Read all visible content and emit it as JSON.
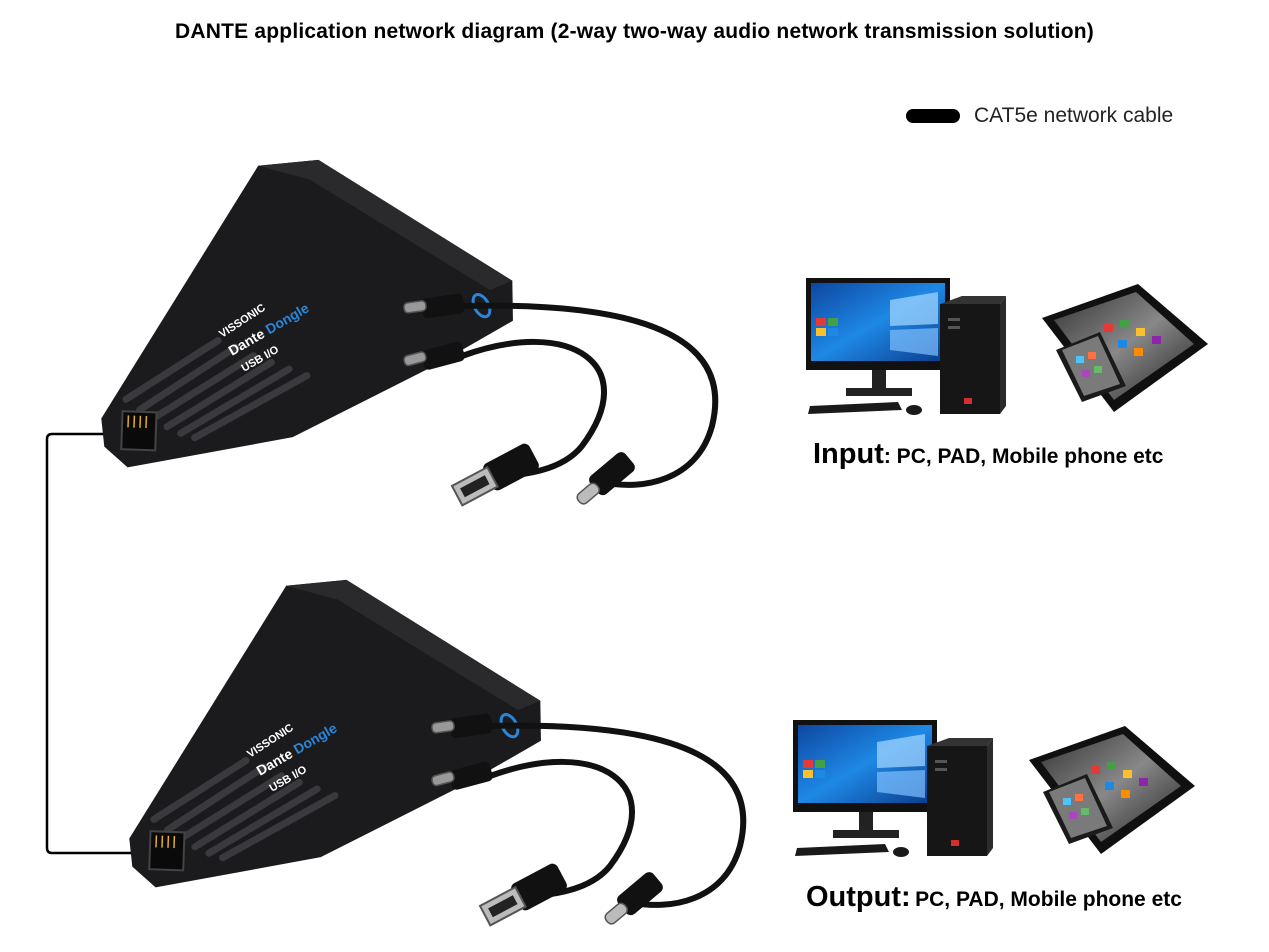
{
  "title": "DANTE application network diagram (2-way two-way audio network transmission solution)",
  "legend": {
    "label": "CAT5e network cable"
  },
  "dongle": {
    "brand": "VISSONIC",
    "name_a": "Dante",
    "name_b": "Dongle",
    "port": "USB I/O"
  },
  "input": {
    "label": "Input",
    "devices": ": PC, PAD, Mobile phone etc"
  },
  "output": {
    "label": "Output:",
    "devices": "PC, PAD, Mobile phone etc"
  },
  "colors": {
    "cable": "#000000",
    "dongle_body": "#1b1b1d",
    "dongle_blue": "#2a86d8",
    "screen_blue": "#1565c0"
  }
}
